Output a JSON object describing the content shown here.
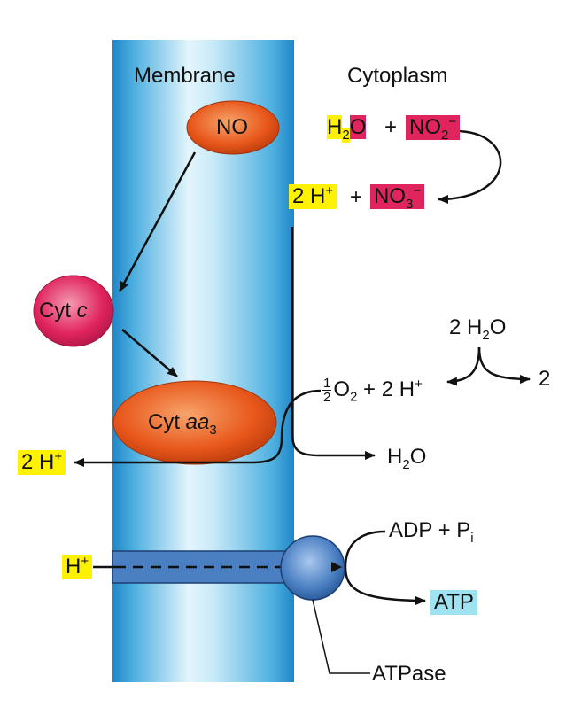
{
  "colors": {
    "membrane": "#2a8fd0",
    "membrane_light": "#dff3fb",
    "enzyme_orange": "#e8571b",
    "cytc_pink": "#e0245e",
    "highlight_yellow": "#fff200",
    "highlight_red": "#e0245e",
    "highlight_cyan": "#9fe3f0",
    "atpase_blue": "#4a7fc2"
  },
  "labels": {
    "membrane": "Membrane",
    "cytoplasm": "Cytoplasm",
    "no": "NO",
    "cyt_c_prefix": "Cyt",
    "cyt_c_italic": "c",
    "cyt_aa3_prefix": "Cyt",
    "cyt_aa3_italic": "aa",
    "cyt_aa3_sub": "3",
    "h2o_a": "H",
    "h2o_a_sub": "2",
    "h2o_a_o": "O",
    "plus1": "+",
    "no2": "NO",
    "no2_sub": "2",
    "no2_sup": "−",
    "two_h_plus_top": "2 H",
    "two_h_plus_top_sup": "+",
    "plus2": "+",
    "no3": "NO",
    "no3_sub": "3",
    "no3_sup": "−",
    "two_h2o": "2 H",
    "two_h2o_sub": "2",
    "two_h2o_o": "O",
    "half_num": "1",
    "half_den": "2",
    "o2": "O",
    "o2_sub": "2",
    "o2_rest": " + 2 H",
    "o2_rest_sup": "+",
    "two_right": "2",
    "two_h_plus_left": "2 H",
    "two_h_plus_left_sup": "+",
    "h2o_b": "H",
    "h2o_b_sub": "2",
    "h2o_b_o": "O",
    "h_plus": "H",
    "h_plus_sup": "+",
    "adp_pi": "ADP +  P",
    "adp_pi_sub": "i",
    "atp": "ATP",
    "atpase": "ATPase"
  }
}
